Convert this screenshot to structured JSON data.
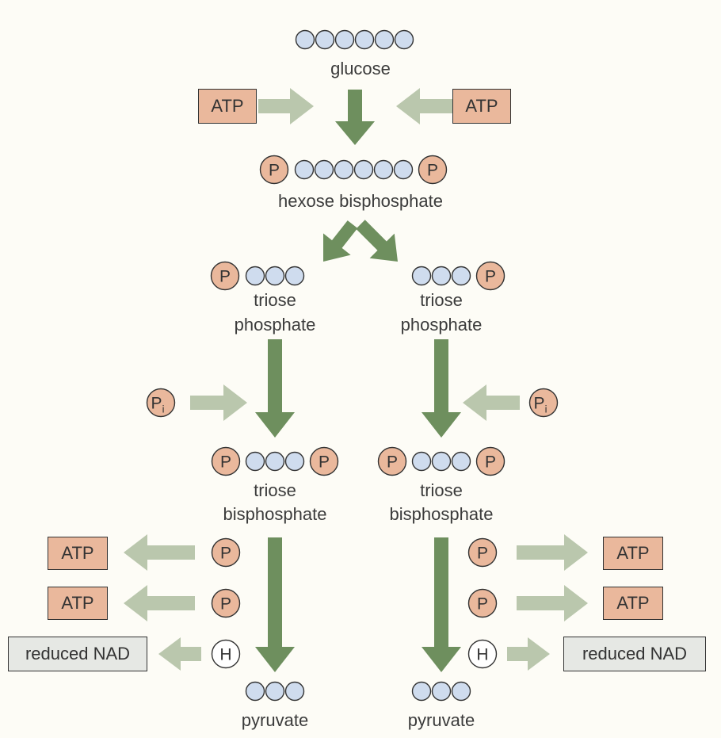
{
  "colors": {
    "background": "#fdfcf6",
    "carbon": "#cfdcee",
    "phosphate": "#eab89c",
    "atp_box": "#eab89c",
    "nad_box": "#e6e8e4",
    "main_arrow": "#6e8f5e",
    "side_arrow": "#bac7ad",
    "outline": "#333333"
  },
  "molecules": {
    "glucose": "glucose",
    "hexose_bisphosphate": "hexose bisphosphate",
    "triose_phosphate_left_1": "triose",
    "triose_phosphate_left_2": "phosphate",
    "triose_phosphate_right_1": "triose",
    "triose_phosphate_right_2": "phosphate",
    "triose_bisphosphate_left_1": "triose",
    "triose_bisphosphate_left_2": "bisphosphate",
    "triose_bisphosphate_right_1": "triose",
    "triose_bisphosphate_right_2": "bisphosphate",
    "pyruvate_left": "pyruvate",
    "pyruvate_right": "pyruvate"
  },
  "boxes": {
    "atp_in_left": "ATP",
    "atp_in_right": "ATP",
    "atp_out_left_1": "ATP",
    "atp_out_left_2": "ATP",
    "atp_out_right_1": "ATP",
    "atp_out_right_2": "ATP",
    "nad_left": "reduced NAD",
    "nad_right": "reduced NAD"
  },
  "symbols": {
    "phosphate": "P",
    "inorganic_phosphate": "P",
    "inorganic_subscript": "i",
    "hydrogen": "H"
  }
}
